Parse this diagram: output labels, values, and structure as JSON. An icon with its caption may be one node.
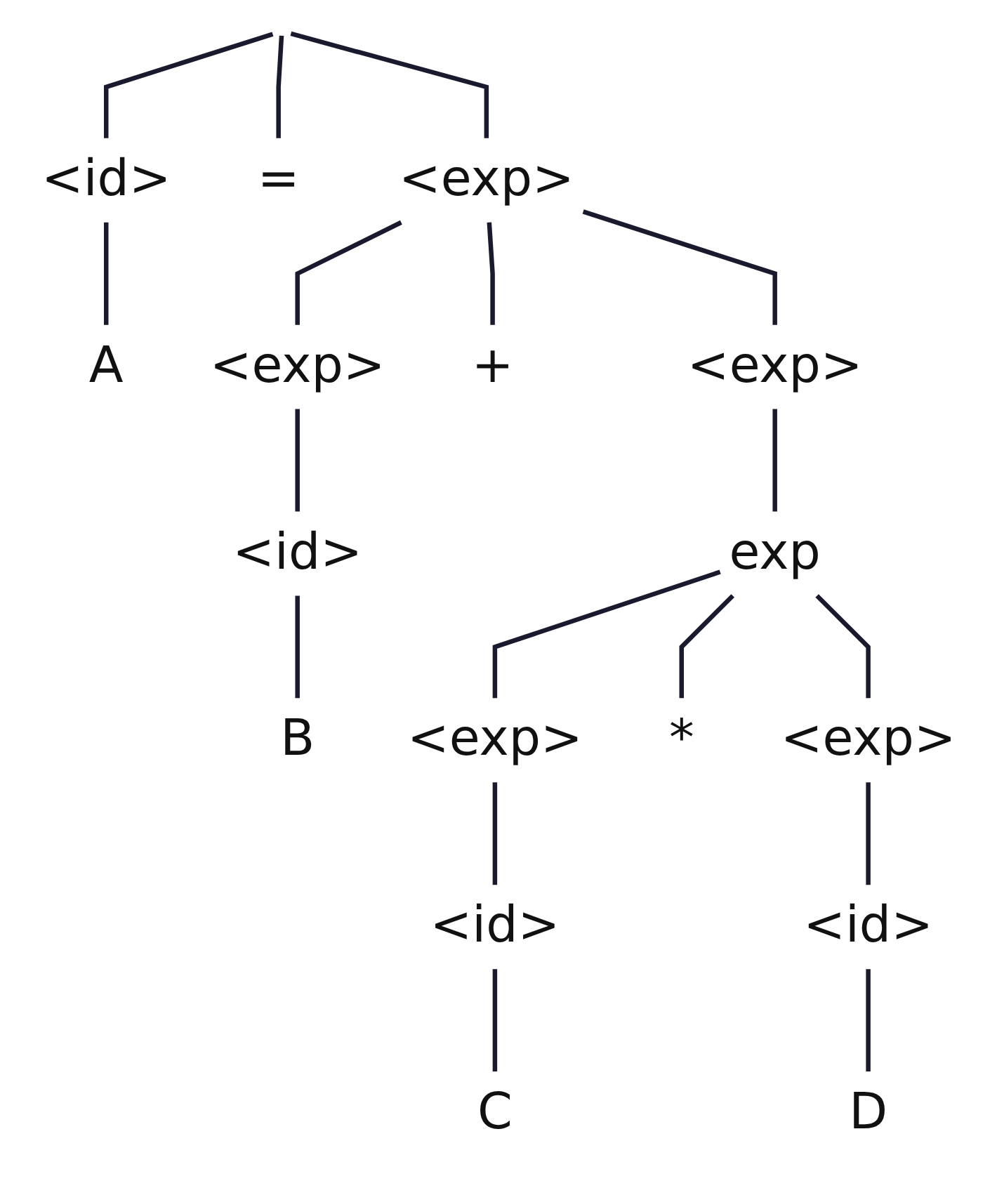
{
  "diagram": {
    "nodes": [
      {
        "text": [
          "<id>"
        ]
      },
      {
        "text": [
          "="
        ]
      },
      {
        "text": [
          "<exp>"
        ]
      },
      {
        "text": [
          "A"
        ]
      },
      {
        "text": [
          "<exp>"
        ]
      },
      {
        "text": [
          "+"
        ]
      },
      {
        "text": [
          "<exp>"
        ]
      },
      {
        "text": [
          "<id>"
        ]
      },
      {
        "text": [
          "exp"
        ]
      },
      {
        "text": [
          "B"
        ]
      },
      {
        "text": [
          "<exp>"
        ]
      },
      {
        "text": [
          "*"
        ]
      },
      {
        "text": [
          "<exp>"
        ]
      },
      {
        "text": [
          "<id>"
        ]
      },
      {
        "text": [
          "<id>"
        ]
      },
      {
        "text": [
          "C"
        ]
      },
      {
        "text": [
          "D"
        ]
      }
    ],
    "edges": [
      {
        "from": null,
        "to": 0,
        "arrow": "none"
      },
      {
        "from": null,
        "to": 1,
        "arrow": "none"
      },
      {
        "from": null,
        "to": 2,
        "arrow": "none"
      },
      {
        "from": 0,
        "to": 3,
        "arrow": "none"
      },
      {
        "from": 2,
        "to": 4,
        "arrow": "none"
      },
      {
        "from": 2,
        "to": 5,
        "arrow": "none"
      },
      {
        "from": 2,
        "to": 6,
        "arrow": "none"
      },
      {
        "from": 4,
        "to": 7,
        "arrow": "none"
      },
      {
        "from": 6,
        "to": 8,
        "arrow": "none"
      },
      {
        "from": 7,
        "to": 9,
        "arrow": "none"
      },
      {
        "from": 8,
        "to": 10,
        "arrow": "none"
      },
      {
        "from": 8,
        "to": 11,
        "arrow": "none"
      },
      {
        "from": 8,
        "to": 12,
        "arrow": "none"
      },
      {
        "from": 10,
        "to": 13,
        "arrow": "none"
      },
      {
        "from": 12,
        "to": 14,
        "arrow": "none"
      },
      {
        "from": 13,
        "to": 15,
        "arrow": "none"
      },
      {
        "from": 14,
        "to": 16,
        "arrow": "none"
      }
    ]
  }
}
